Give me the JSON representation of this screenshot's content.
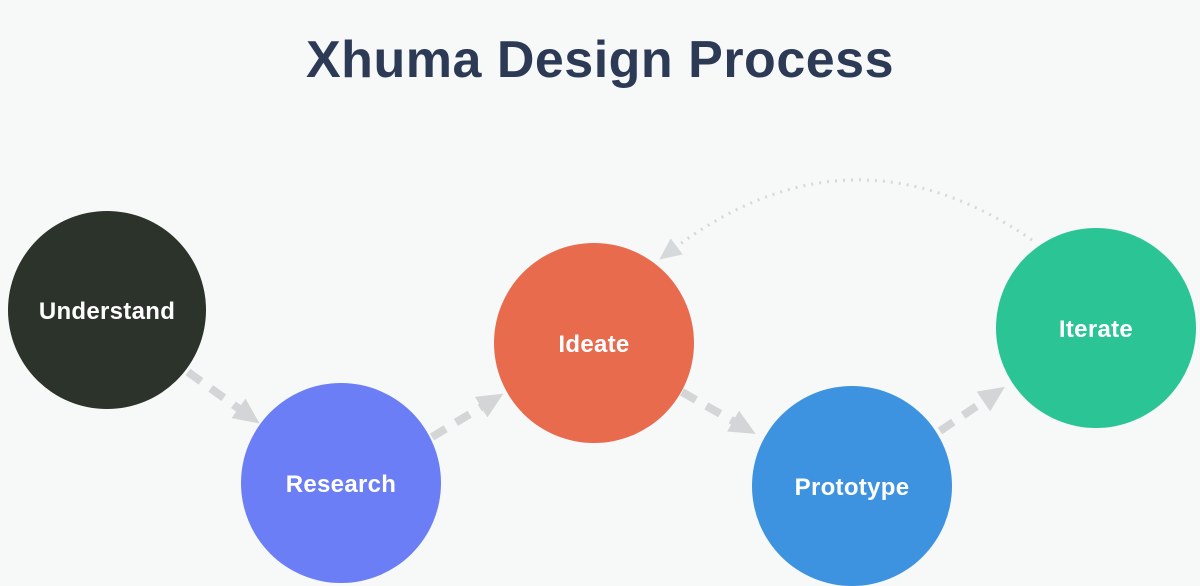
{
  "title": "Xhuma Design Process",
  "colors": {
    "background": "#f7f8f8",
    "title": "#2d3a55",
    "arrow": "#d3d5d6",
    "dotted_arrow": "#d6d9d9",
    "label_text": "#ffffff"
  },
  "nodes": [
    {
      "id": "understand",
      "label": "Understand",
      "color": "#2b332b"
    },
    {
      "id": "research",
      "label": "Research",
      "color": "#6b7ef5"
    },
    {
      "id": "ideate",
      "label": "Ideate",
      "color": "#e96b4e"
    },
    {
      "id": "prototype",
      "label": "Prototype",
      "color": "#3d93e0"
    },
    {
      "id": "iterate",
      "label": "Iterate",
      "color": "#2bc495"
    }
  ],
  "arrows": [
    {
      "from": "Understand",
      "to": "Research",
      "style": "dashed"
    },
    {
      "from": "Research",
      "to": "Ideate",
      "style": "dashed"
    },
    {
      "from": "Ideate",
      "to": "Prototype",
      "style": "dashed"
    },
    {
      "from": "Prototype",
      "to": "Iterate",
      "style": "dashed"
    },
    {
      "from": "Iterate",
      "to": "Ideate",
      "style": "dotted-curve"
    }
  ]
}
